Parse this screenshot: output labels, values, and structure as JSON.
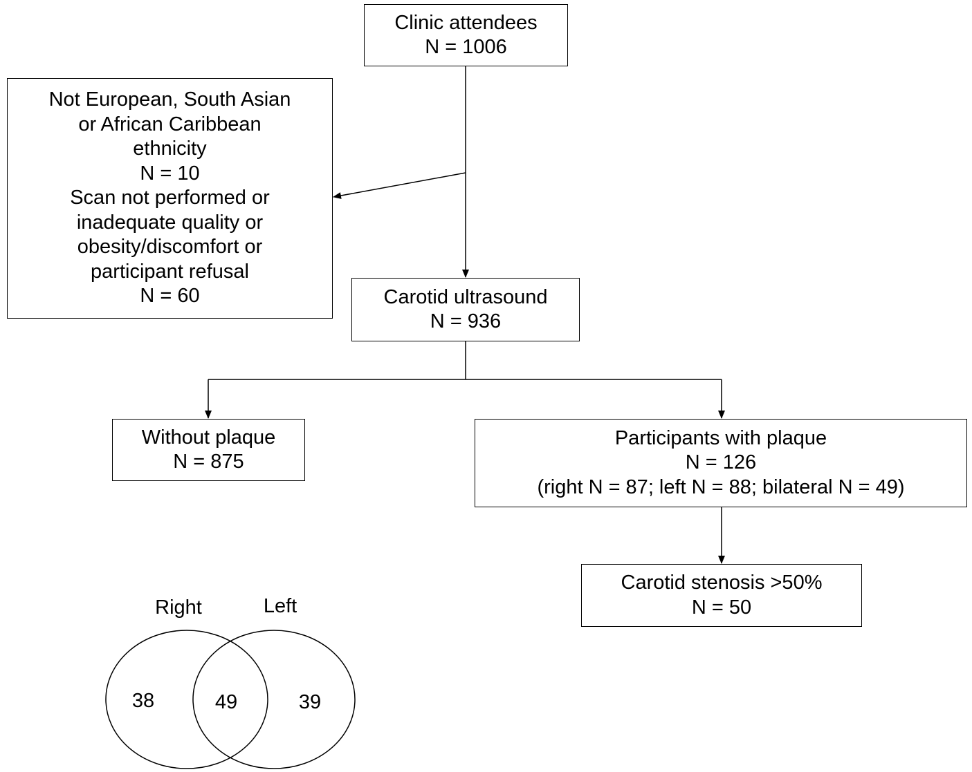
{
  "boxes": {
    "attendees": {
      "label": "Clinic attendees",
      "n": "N = 1006"
    },
    "excluded": {
      "line1": "Not European, South Asian",
      "line2": "or African Caribbean",
      "line3": "ethnicity",
      "n1": "N = 10",
      "line4": "Scan not performed or",
      "line5": "inadequate quality or",
      "line6": "obesity/discomfort or",
      "line7": "participant refusal",
      "n2": "N = 60"
    },
    "ultrasound": {
      "label": "Carotid ultrasound",
      "n": "N = 936"
    },
    "no_plaque": {
      "label": "Without plaque",
      "n": "N = 875"
    },
    "plaque": {
      "label": "Participants with plaque",
      "n": "N = 126",
      "detail": "(right N = 87; left N = 88; bilateral N = 49)"
    },
    "stenosis": {
      "label": "Carotid stenosis >50%",
      "n": "N = 50"
    }
  },
  "venn": {
    "right_label": "Right",
    "left_label": "Left",
    "right_only": "38",
    "both": "49",
    "left_only": "39"
  },
  "colors": {
    "line": "#000000",
    "background": "#ffffff"
  }
}
